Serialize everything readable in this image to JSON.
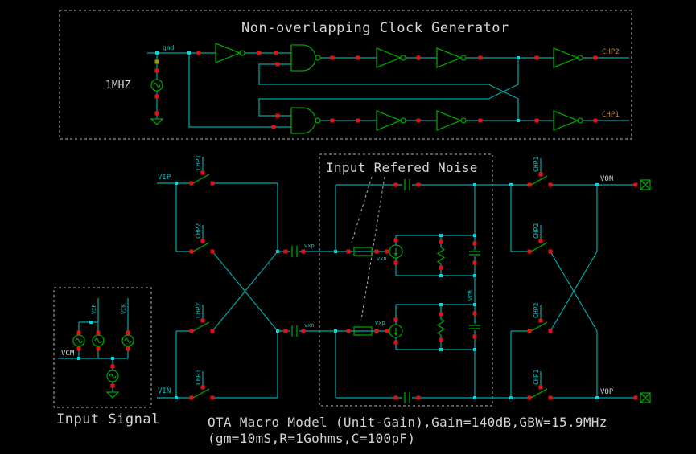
{
  "window": {
    "background": "#000000"
  },
  "colors": {
    "wire": "#00a8a8",
    "component": "#00a000",
    "terminal": "#e01212",
    "junction": "#00dcdc",
    "offgrid_marker": "#9c9c00",
    "text_white": "#d4d4d4",
    "text_teal": "#00c4c4",
    "text_tan": "#c08a50",
    "dashed_box": "#b4b4b4"
  },
  "clock_generator": {
    "title": "Non-overlapping Clock Generator",
    "source_label": "1MHZ",
    "input_net": "gnd",
    "output_top": "CHP2",
    "output_bottom": "CHP1"
  },
  "noise": {
    "title": "Input Refered Noise"
  },
  "input_signal": {
    "title": "Input Signal",
    "rail": "VCM",
    "source1": "VIP",
    "source2": "VIN"
  },
  "ota": {
    "in_p": "VIP",
    "in_n": "VIN",
    "out_n": "VON",
    "out_p": "VOP",
    "cap_top": "vxp",
    "cap_bottom": "vxn",
    "gm_top": "vxn",
    "gm_bottom": "vxp",
    "mid": "VCM"
  },
  "switches": {
    "left": [
      "CHP1",
      "CHP2",
      "CHP2",
      "CHP1"
    ],
    "right": [
      "CHP1",
      "CHP2",
      "CHP2",
      "CHP1"
    ]
  },
  "caption": {
    "line1": "OTA Macro Model (Unit-Gain),Gain=140dB,GBW=15.9MHz",
    "line2": "(gm=10mS,R=1Gohms,C=100pF)"
  }
}
